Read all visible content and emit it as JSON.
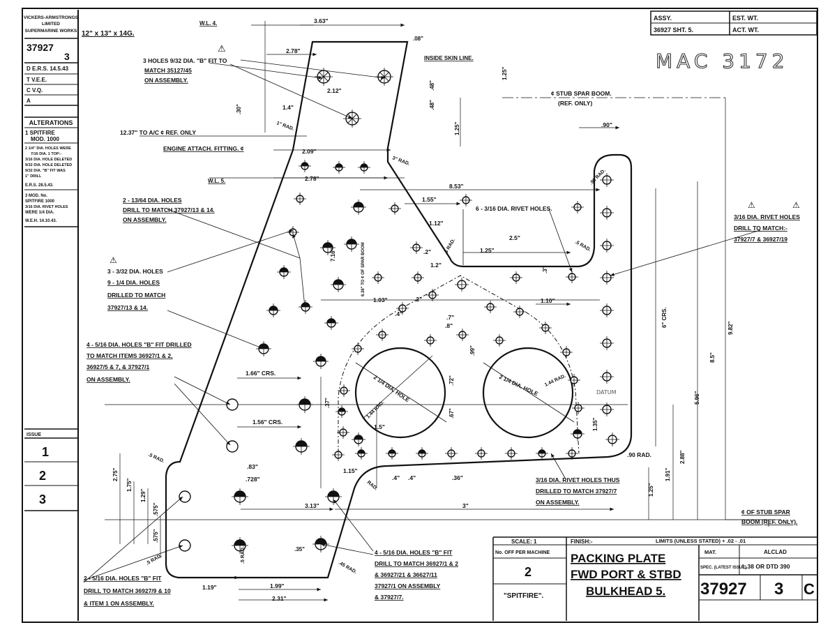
{
  "left_column": {
    "company": [
      "VICKERS-ARMSTRONGS",
      "LIMITED",
      "SUPERMARINE WORKS"
    ],
    "drawing_no": "37927",
    "sheet": "3",
    "drawn": "D  E.R.S. 14.5.43",
    "traced": "T  V.E.E.",
    "checked": "C  V.Q.",
    "approved": "A",
    "alterations_title": "ALTERATIONS",
    "alterations": [
      [
        "1 SPITFIRE",
        "MOD. 1000"
      ],
      [
        "2 1/4\" DIA. HOLES WERE",
        "7/16 DIA. 1 TOP:-",
        "3/16 DIA. HOLE DELETED",
        "9/32 DIA. HOLE DELETED",
        "9/32 DIA. \"B\" FIT WAS",
        "1\" DRILL",
        "E.R.S. 28.5.43."
      ],
      [
        "3 MOD. No.",
        "SPITFIRE 1000",
        "3/16 DIA. RIVET HOLES",
        "WERE 1/4 DIA.",
        "W.E.H. 14.10.43."
      ]
    ],
    "issue_title": "ISSUE",
    "issues": [
      "1",
      "2",
      "3"
    ]
  },
  "top_right": {
    "assy_label": "ASSY.",
    "assy_value": "36927 SHT. 5.",
    "est_wt": "EST. WT.",
    "act_wt": "ACT. WT.",
    "handwritten": "MAC 3172"
  },
  "title_block": {
    "scale": "SCALE: 1",
    "finish": "FINISH:-",
    "limits": "LIMITS (UNLESS STATED) + .02 - .01",
    "no_off": "No. OFF PER MACHINE",
    "quantity": "2",
    "aircraft": "\"SPITFIRE\".",
    "title_lines": [
      "PACKING PLATE",
      "FWD PORT & STBD",
      "BULKHEAD 5."
    ],
    "mat_label": "MAT.",
    "mat_value": "ALCLAD",
    "spec_label": "SPEC. (LATEST ISSUE)",
    "spec_value": "L.38 OR DTD 390",
    "drawing_no": "37927",
    "sheet": "3",
    "rev": "C"
  },
  "notes": {
    "stock": "12\" x 13\" x 14G.",
    "wl4": "W.L. 4.",
    "wl5": "W.L. 5.",
    "holes_9_32": [
      "3 HOLES 9/32 DIA. \"B\" FIT TO",
      "MATCH 35127/45",
      "ON ASSEMBLY."
    ],
    "inside_skin": "INSIDE SKIN LINE.",
    "stub_spar": [
      "¢ STUB SPAR BOOM.",
      "(REF. ONLY)"
    ],
    "ac_ref": "12.37\" TO A/C ¢ REF. ONLY",
    "engine_fitting": "ENGINE ATTACH. FITTING. ¢",
    "holes_13_64": [
      "2 - 13/64 DIA. HOLES",
      "DRILL TO MATCH 37927/13 & 14.",
      "ON ASSEMBLY."
    ],
    "rivet_6": "6 - 3/16 DIA. RIVET HOLES.",
    "rivet_match": [
      "3/16 DIA. RIVET HOLES",
      "DRILL TO MATCH:-",
      "37927/7 & 36927/19"
    ],
    "holes_3_32": [
      "3 - 3/32 DIA. HOLES",
      "9 - 1/4 DIA. HOLES",
      "DRILLED TO MATCH",
      "37927/13 & 14."
    ],
    "holes_5_16_a": [
      "4 - 5/16 DIA. HOLES \"B\" FIT DRILLED",
      "TO MATCH ITEMS 36927/1 & 2,",
      "36927/5 & 7, & 37927/1",
      "ON ASSEMBLY."
    ],
    "rivet_thus": [
      "3/16 DIA. RIVET HOLES THUS",
      "DRILLED TO MATCH 37927/7",
      "ON ASSEMBLY."
    ],
    "stub_spar_bottom": [
      "¢ OF STUB SPAR",
      "BOOM (REF. ONLY)."
    ],
    "holes_5_16_b": [
      "4 - 5/16 DIA. HOLES \"B\" FIT",
      "DRILL TO MATCH 36927/1 & 2",
      "& 36927/21 & 36627/11",
      "37927/1 ON ASSEMBLY",
      "& 37927/7."
    ],
    "holes_5_16_c": [
      "2 - 5/16 DIA. HOLES \"B\" FIT",
      "DRILL TO MATCH 36927/9 & 10",
      "& ITEM 1 ON ASSEMBLY."
    ],
    "hole_2_25a": "2 1/4 DIA. HOLE",
    "hole_2_25b": "2 1/4 DIA. HOLE",
    "datum": "DATUM"
  },
  "dims": {
    "d363": "3.63\"",
    "d08": ".08\"",
    "d278a": "2.78\"",
    "d212": "2.12\"",
    "d14": "1.4\"",
    "d125a": "1.25\"",
    "d48a": ".48\"",
    "d48b": ".48\"",
    "d30": ".30\"",
    "d1rad": "1\" RAD.",
    "d209": "2.09\"",
    "d278b": "2.78\"",
    "d3rad": "3\" RAD.",
    "d853": "8.53\"",
    "d90a": ".90\"",
    "d90rad": ".90 RAD.",
    "d125b": "1.25\"",
    "d155": "1.55\"",
    "d112": "1.12\"",
    "d5rad": ".5 RAD.",
    "d25": "2.5\"",
    "d125c": "1.25\"",
    "d12": "1.2\"",
    "d2": ".2\"",
    "d716": "7.16\"",
    "d636": "6.36\" TO ¢ OF SPAR BOOM",
    "d5radb": ".5 RAD.",
    "d103": "1.03\"",
    "d4a": ".4\"",
    "d2b": ".2\"",
    "d7": ".7\"",
    "d8": ".8\"",
    "d99": ".99\"",
    "d110": "1.10\"",
    "d3": ".3\"",
    "d6crs": "6\" CRS.",
    "d982": "9.82\"",
    "d85": "8.5\"",
    "d596": "5.96\"",
    "d288": "2.88\"",
    "d191": "1.91\"",
    "d125d": "1.25\"",
    "d166crs": "1.66\" CRS.",
    "d156crs": "1.56\" CRS.",
    "d37": ".37\"",
    "d144rada": "1.44 RAD.",
    "d144radb": "1.44 RAD.",
    "d15": "1.5\"",
    "d72": ".72\"",
    "d67": ".67\"",
    "d135": "1.35\"",
    "d90radb": ".90 RAD.",
    "d5radc": ".5 RAD.",
    "d275": "2.75\"",
    "d175": "1.75\"",
    "d129": "1.29\"",
    "d575a": ".575\"",
    "d575b": ".575\"",
    "d83": ".83\"",
    "d728": ".728\"",
    "d115": "1.15\"",
    "d4b": ".4\"",
    "d4c": ".4\"",
    "d36": ".36\"",
    "d313": "3.13\"",
    "d3in": "3\"",
    "d119": "1.19\"",
    "d199": "1.99\"",
    "d231": "2.31\"",
    "d5radd": ".5 RAD.",
    "d35": ".35\"",
    "d45rad": ".45 RAD.",
    "drad": "RAD.",
    "d5rade": ".5 RAD."
  }
}
